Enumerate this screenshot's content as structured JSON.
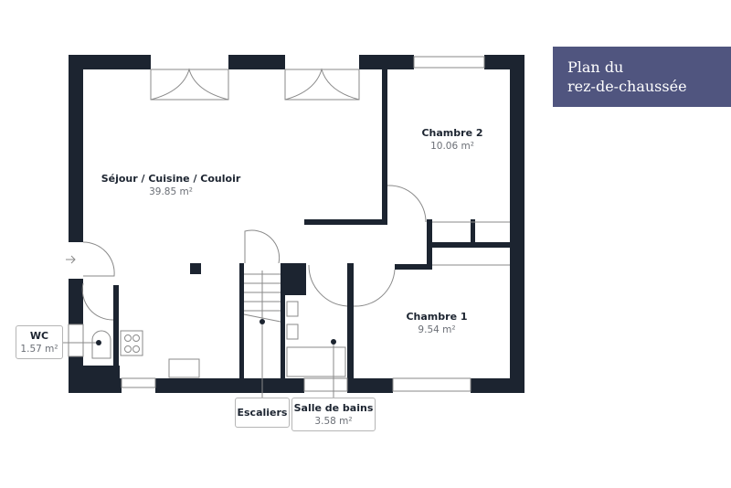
{
  "title": {
    "line1": "Plan du",
    "line2": "rez-de-chaussée"
  },
  "colors": {
    "wall": "#1c2430",
    "title_bg": "#50557f",
    "fixture": "#9a9a9a"
  },
  "rooms": [
    {
      "id": "sejour",
      "name": "Séjour / Cuisine / Couloir",
      "area": "39.85 m²"
    },
    {
      "id": "chambre2",
      "name": "Chambre 2",
      "area": "10.06 m²"
    },
    {
      "id": "chambre1",
      "name": "Chambre 1",
      "area": "9.54 m²"
    },
    {
      "id": "wc",
      "name": "WC",
      "area": "1.57 m²"
    },
    {
      "id": "escaliers",
      "name": "Escaliers",
      "area": ""
    },
    {
      "id": "sdb",
      "name": "Salle de bains",
      "area": "3.58 m²"
    }
  ],
  "icons": {
    "entrance": "arrow-right-icon"
  }
}
